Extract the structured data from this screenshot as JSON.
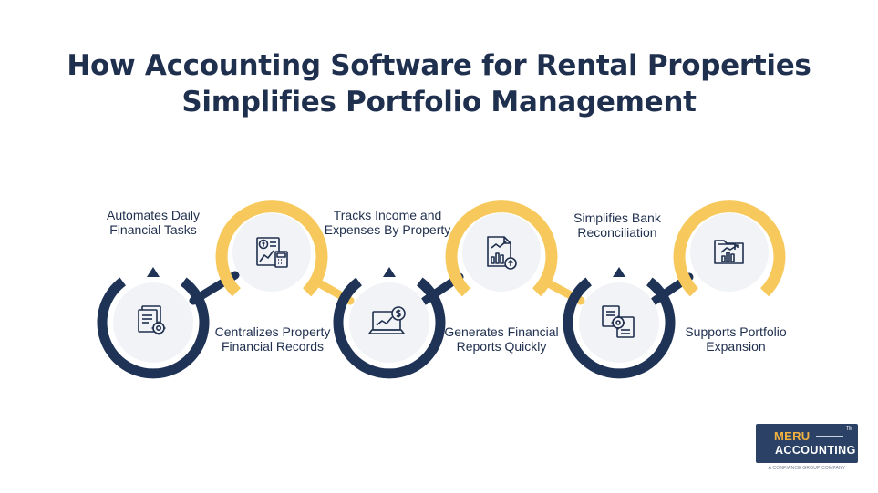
{
  "title": {
    "line1": "How Accounting Software for Rental Properties",
    "line2": "Simplifies Portfolio Management"
  },
  "steps": [
    {
      "label": "Automates Daily Financial Tasks",
      "icon": "document-gear-icon"
    },
    {
      "label": "Centralizes Property Financial Records",
      "icon": "finance-records-icon"
    },
    {
      "label": "Tracks Income and Expenses By Property",
      "icon": "laptop-dollar-icon"
    },
    {
      "label": "Generates Financial Reports Quickly",
      "icon": "report-chart-icon"
    },
    {
      "label": "Simplifies Bank Reconciliation",
      "icon": "documents-gear-icon"
    },
    {
      "label": "Supports Portfolio Expansion",
      "icon": "portfolio-growth-icon"
    }
  ],
  "colors": {
    "navy": "#1f3356",
    "yellow": "#f7c95c",
    "circle_fill": "#f1f3f6"
  },
  "logo": {
    "brand": "MERU",
    "accounting": "ACCOUNTING",
    "tm": "TM",
    "tagline": "A CONFIANCE GROUP COMPANY"
  }
}
